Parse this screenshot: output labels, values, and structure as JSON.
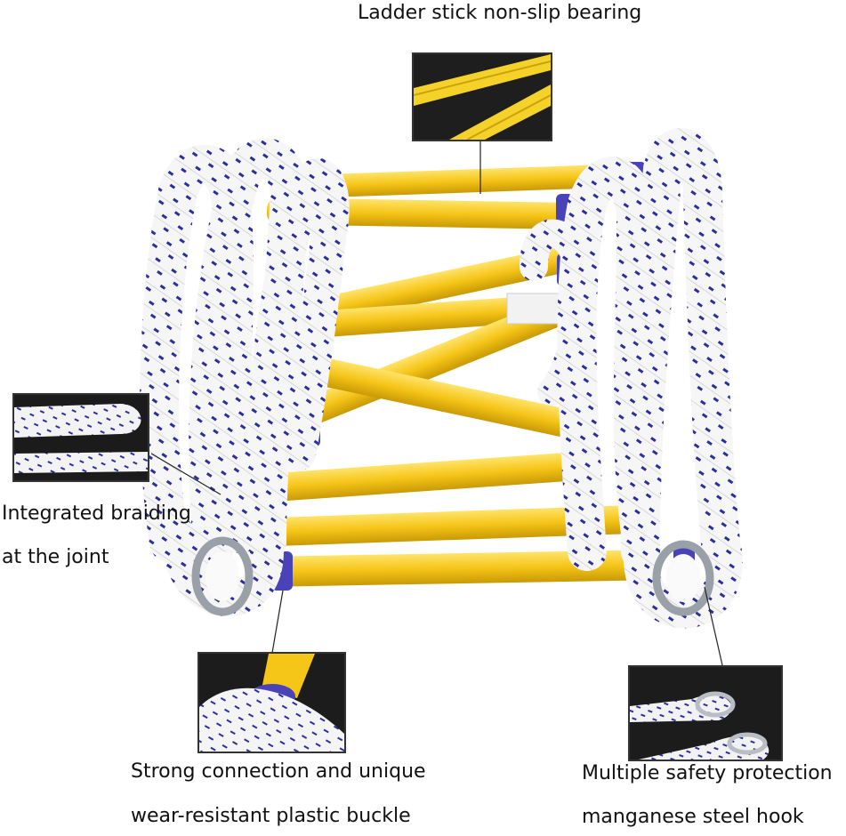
{
  "callouts": {
    "top": "Ladder stick non-slip bearing",
    "left_line1": "Integrated braiding",
    "left_line2": "at the joint",
    "bottom_left_line1": "Strong connection and unique",
    "bottom_left_line2": "wear-resistant plastic buckle",
    "bottom_right_line1": "Multiple safety protection",
    "bottom_right_line2": "manganese steel hook"
  },
  "colors": {
    "rung_yellow": "#f5c518",
    "rope_white": "#f4f4f4",
    "rope_fleck_blue": "#2b2f9e",
    "buckle_blue": "#4a43b8",
    "hook_steel": "#b9bdc4"
  }
}
